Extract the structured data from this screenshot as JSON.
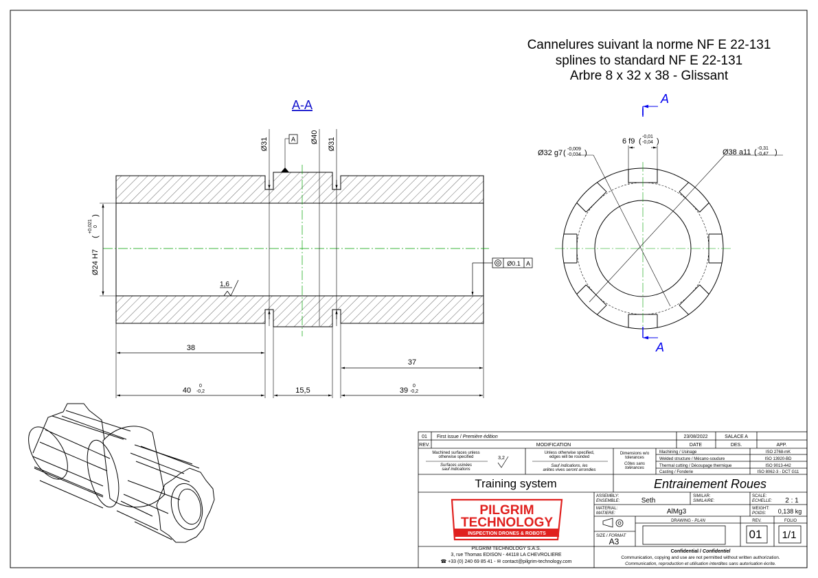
{
  "header": {
    "line1": "Cannelures suivant la norme NF E 22-131",
    "line2": "splines to standard NF E 22-131",
    "line3": "Arbre 8 x 32 x 38 - Glissant"
  },
  "section_view": {
    "title": "A-A",
    "dims": {
      "d31_left": "Ø31",
      "d40": "Ø40",
      "d31_right": "Ø31",
      "datum": "A",
      "bore": "Ø24 H7",
      "bore_tol_up": "+0,021",
      "bore_tol_lo": "0",
      "rough": "1,6",
      "d38": "38",
      "d37": "37",
      "d40len": "40",
      "tol40_up": "0",
      "tol40_lo": "-0,2",
      "d15": "15,5",
      "d39": "39",
      "tol39_up": "0",
      "tol39_lo": "-0,2"
    },
    "gdt": {
      "tol": "Ø0.1",
      "datum": "A"
    }
  },
  "end_view": {
    "cut_label_top": "A",
    "cut_label_bottom": "A",
    "d_minor": "Ø32 g7",
    "d_minor_tol_up": "-0,009",
    "d_minor_tol_lo": "-0,034",
    "width": "6 f9",
    "width_tol_up": "-0,01",
    "width_tol_lo": "-0,04",
    "d_major": "Ø38 a11",
    "d_major_tol_up": "-0,31",
    "d_major_tol_lo": "-0,47"
  },
  "title_block": {
    "rev_no": "01",
    "rev_desc": "First issue",
    "rev_desc_fr": "Première édition",
    "rev_date": "23/08/2022",
    "rev_des": "SALACE A",
    "h_rev": "REV.",
    "h_modification": "MODIFICATION",
    "h_date": "DATE",
    "h_des": "DES.",
    "h_app": "APP.",
    "surf_en1": "Machined surfaces unless",
    "surf_en2": "otherwise specified",
    "surf_fr1": "Surfaces usinées",
    "surf_fr2": "sauf indications",
    "surf_val": "3,2",
    "edge_en1": "Unless otherwise specified,",
    "edge_en2": "edges will be rounded",
    "edge_fr1": "Sauf indications, les",
    "edge_fr2": "arêtes vives seront arrondies",
    "tol_1": "Dimensions w/o",
    "tol_2": "tolerances",
    "tol_3": "Côtes sans",
    "tol_4": "tolérances",
    "proc_1": "Machining / Usinage",
    "proc_2": "Welded structure / Mécano-soudure",
    "proc_3": "Thermal cutting / Découpage thermique",
    "proc_4": "Casting / Fonderie",
    "iso_1": "ISO 2768-mK",
    "iso_2": "ISO 13920-BD",
    "iso_3": "ISO 9013-442",
    "iso_4": "ISO 8062-3 - DCT G11",
    "project": "Training system",
    "drawing_title": "Entrainement Roues",
    "assembly_en": "ASSEMBLY:",
    "assembly_fr": "ENSEMBLE:",
    "assembly_val": "Seth",
    "similar_en": "SIMILAR:",
    "similar_fr": "SIMILAIRE:",
    "scale_en": "SCALE:",
    "scale_fr": "ECHELLE:",
    "scale_val": "2 : 1",
    "material_en": "MATERIAL:",
    "material_fr": "MATIERE:",
    "material_val": "AlMg3",
    "weight_en": "WEIGHT:",
    "weight_fr": "POIDS:",
    "weight_val": "0,138 kg",
    "drawing_label": "DRAWING - ",
    "drawing_label_fr": "PLAN",
    "rev_label": "REV.",
    "rev_val": "01",
    "folio_label": "FOLIO",
    "folio_val": "1/1",
    "size_label": "SIZE / ",
    "size_label_fr": "FORMAT",
    "size_val": "A3",
    "logo_line1": "PILGRIM",
    "logo_line2": "TECHNOLOGY",
    "logo_line3": "INSPECTION DRONES & ROBOTS",
    "company": "PILGRIM TECHNOLOGY S.A.S.",
    "address": "3, rue Thomas EDISON - 44118 LA CHEVROLIERE",
    "contact": "☎ +33 (0) 240 69 85 41 - ✉ contact@pilgrim-technology.com",
    "confidential": "Confidential",
    "confidential_fr": "Confidentiel",
    "conf_en": "Communication, copying and use are not permitted without written authorization.",
    "conf_fr": "Communication, reproduction et utilisation interdites sans autorisation écrite."
  },
  "colors": {
    "dimension": "#000000",
    "centerline": "#00a000",
    "cut_marker": "#0000ee",
    "logo": "#e0201e"
  }
}
